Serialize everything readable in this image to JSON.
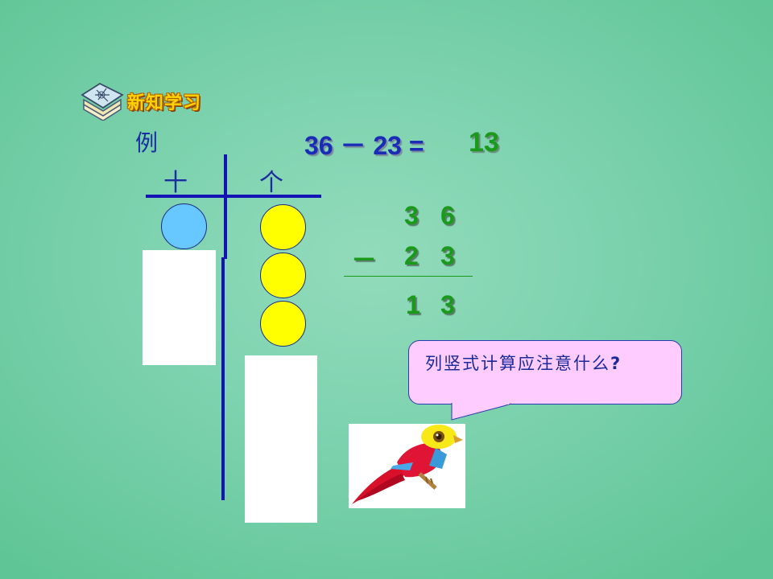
{
  "header": {
    "section_title": "新知学习",
    "section_icon": "book-icon"
  },
  "example": {
    "label": "例",
    "equation": "36 － 23 =",
    "answer": "13"
  },
  "place_value_chart": {
    "tens_label": "十",
    "ones_label": "个",
    "tens_circles": 1,
    "ones_circles": 3,
    "colors": {
      "tens_circle": "#66c8ff",
      "ones_circle": "#ffff00",
      "lines": "#1414b4"
    }
  },
  "vertical_calc": {
    "row1": [
      "3",
      "6"
    ],
    "operator": "－",
    "row2": [
      "2",
      "3"
    ],
    "result": [
      "1",
      "3"
    ],
    "color": "#1a9a1a"
  },
  "speech_bubble": {
    "text": "列竖式计算应注意什么",
    "question_mark": "?"
  },
  "bird": {
    "icon": "parrot-illustration"
  }
}
